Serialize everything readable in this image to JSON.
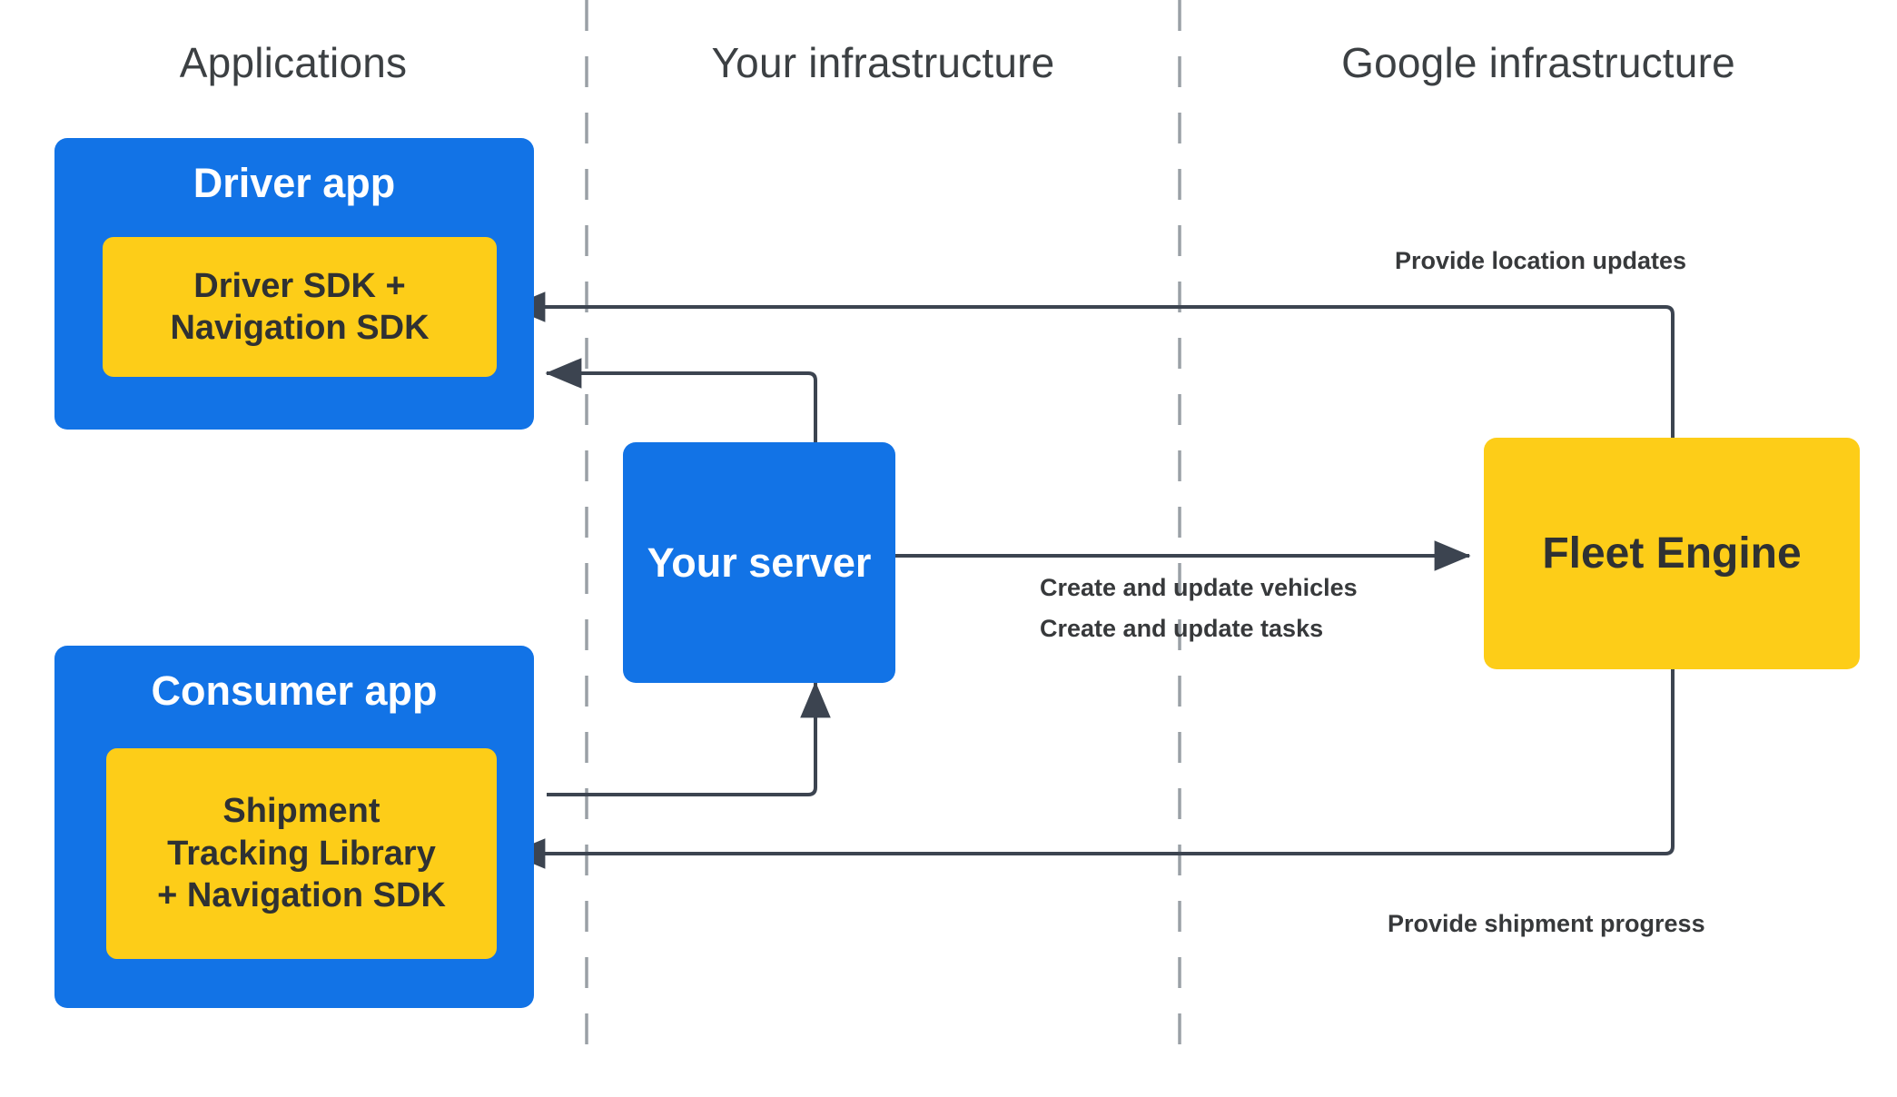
{
  "columns": [
    {
      "label": "Applications"
    },
    {
      "label": "Your infrastructure"
    },
    {
      "label": "Google infrastructure"
    }
  ],
  "nodes": {
    "driver_app": {
      "title": "Driver app",
      "sdk": "Driver SDK +\nNavigation SDK",
      "sdk_lines": [
        "Driver SDK +",
        "Navigation SDK"
      ],
      "color": "#1273e6",
      "sdk_color": "#fdcd18"
    },
    "consumer_app": {
      "title": "Consumer app",
      "sdk_lines": [
        "Shipment",
        "Tracking Library",
        "+ Navigation SDK"
      ],
      "color": "#1273e6",
      "sdk_color": "#fdcd18"
    },
    "your_server": {
      "title": "Your server",
      "color": "#1273e6"
    },
    "fleet_engine": {
      "title": "Fleet Engine",
      "color": "#fdcd18"
    }
  },
  "edges": {
    "provide_location_updates": "Provide location updates",
    "create_update_vehicles": "Create and update vehicles",
    "create_update_tasks": "Create and update tasks",
    "provide_shipment_progress": "Provide shipment progress"
  },
  "colors": {
    "blue": "#1273e6",
    "yellow": "#fdcd18",
    "arrow": "#3c4450",
    "divider": "#9aa0a6",
    "text_dark": "#2f3133",
    "header_text": "#3c4043",
    "background": "#ffffff"
  }
}
